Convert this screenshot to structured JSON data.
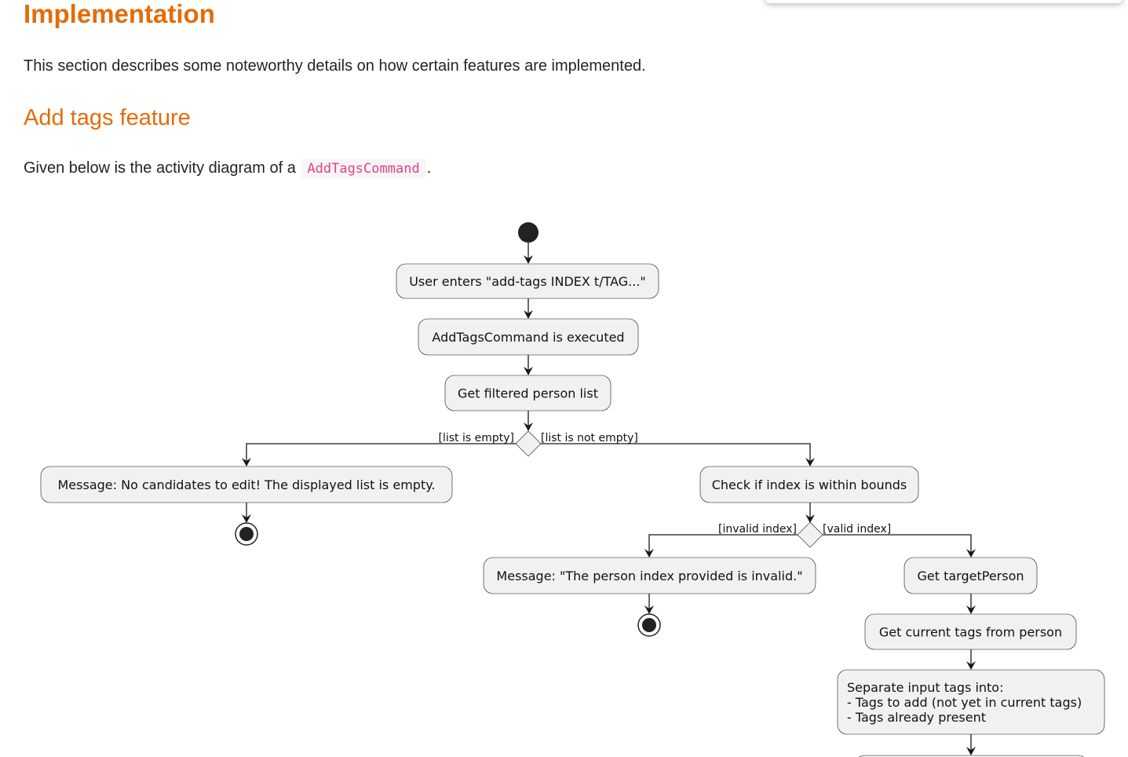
{
  "heading": "Implementation",
  "intro": "This section describes some noteworthy details on how certain features are implemented.",
  "subheading": "Add tags feature",
  "description": {
    "prefix": "Given below is the activity diagram of a",
    "code": "AddTagsCommand",
    "suffix": "."
  },
  "diagram": {
    "nodes": {
      "user_enters": [
        "User enters \"add-tags INDEX t/TAG...\""
      ],
      "executed": [
        "AddTagsCommand is executed"
      ],
      "get_list": [
        "Get filtered person list"
      ],
      "msg_empty": [
        "Message: No candidates to edit! The displayed list is empty."
      ],
      "check_index": [
        "Check if index is within bounds"
      ],
      "msg_invalid": [
        "Message: \"The person index provided is invalid.\""
      ],
      "get_target": [
        "Get targetPerson"
      ],
      "current_tags": [
        "Get current tags from person"
      ],
      "separate": [
        "Separate input tags into:",
        "- Tags to add (not yet in current tags)",
        "- Tags already present"
      ]
    },
    "guards": {
      "list_empty": "[list is empty]",
      "list_not_empty": "[list is not empty]",
      "invalid_index": "[invalid index]",
      "valid_index": "[valid index]"
    }
  }
}
